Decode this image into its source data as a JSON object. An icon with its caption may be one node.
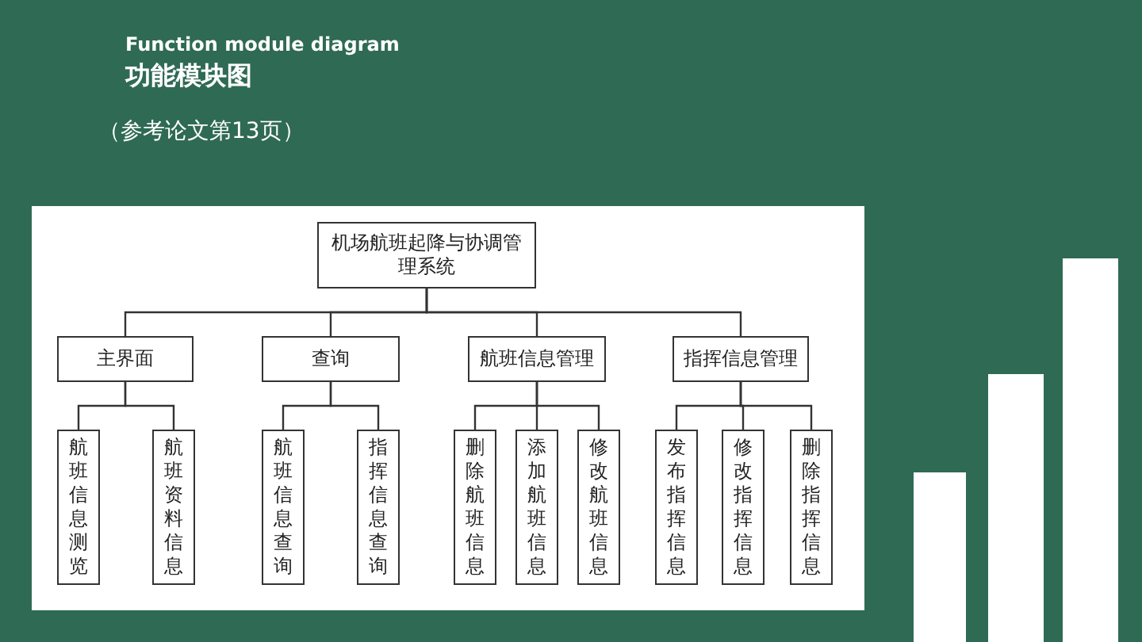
{
  "diagram": {
    "title": "功能模块图",
    "nodes": [
      {
        "text": [
          "机场航班起降与协调管理系统"
        ]
      },
      {
        "text": [
          "主界面"
        ]
      },
      {
        "text": [
          "查询"
        ]
      },
      {
        "text": [
          "航班信息管理"
        ]
      },
      {
        "text": [
          "指挥信息管理"
        ]
      },
      {
        "text": [
          "航班信息测览"
        ]
      },
      {
        "text": [
          "航班资料信息"
        ]
      },
      {
        "text": [
          "航班信息查询"
        ]
      },
      {
        "text": [
          "指挥信息查询"
        ]
      },
      {
        "text": [
          "删除航班信息"
        ]
      },
      {
        "text": [
          "添加航班信息"
        ]
      },
      {
        "text": [
          "修改航班信息"
        ]
      },
      {
        "text": [
          "发布指挥信息"
        ]
      },
      {
        "text": [
          "修改指挥信息"
        ]
      },
      {
        "text": [
          "删除指挥信息"
        ]
      }
    ],
    "edges": [
      {
        "from": 0,
        "to": 1,
        "arrow": "none"
      },
      {
        "from": 0,
        "to": 2,
        "arrow": "none"
      },
      {
        "from": 0,
        "to": 3,
        "arrow": "none"
      },
      {
        "from": 0,
        "to": 4,
        "arrow": "none"
      },
      {
        "from": 1,
        "to": 5,
        "arrow": "none"
      },
      {
        "from": 1,
        "to": 6,
        "arrow": "none"
      },
      {
        "from": 2,
        "to": 7,
        "arrow": "none"
      },
      {
        "from": 2,
        "to": 8,
        "arrow": "none"
      },
      {
        "from": 3,
        "to": 9,
        "arrow": "none"
      },
      {
        "from": 3,
        "to": 10,
        "arrow": "none"
      },
      {
        "from": 3,
        "to": 11,
        "arrow": "none"
      },
      {
        "from": 4,
        "to": 12,
        "arrow": "none"
      },
      {
        "from": 4,
        "to": 13,
        "arrow": "none"
      },
      {
        "from": 4,
        "to": 14,
        "arrow": "none"
      }
    ],
    "labels": [
      "Function module diagram",
      "（参考论文第13页）"
    ]
  }
}
